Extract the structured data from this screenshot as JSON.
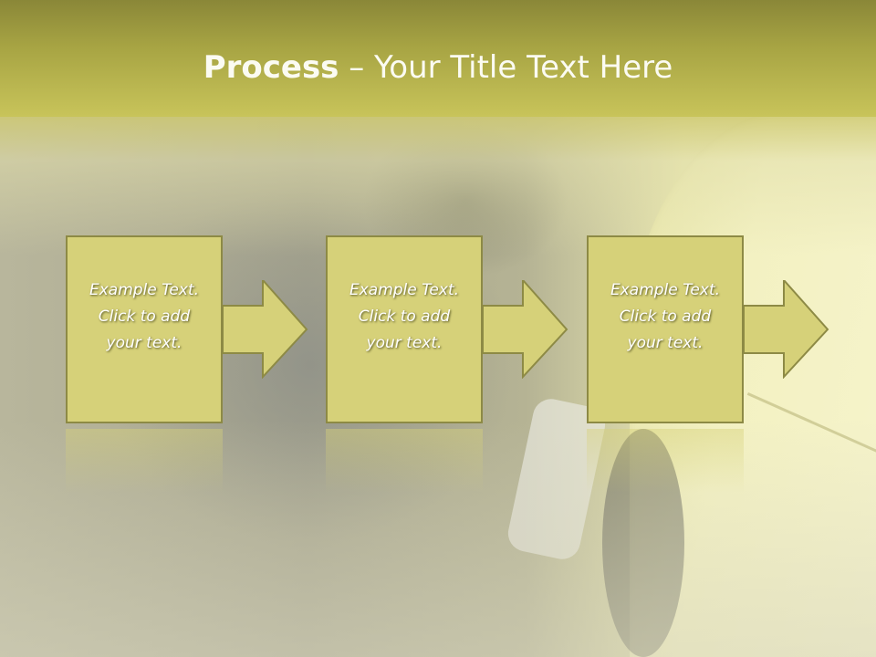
{
  "title": {
    "bold": "Process",
    "rest": " – Your Title Text Here"
  },
  "steps": [
    {
      "line1": "Example Text.",
      "line2": "Click  to add",
      "line3": "your text."
    },
    {
      "line1": "Example Text.",
      "line2": "Click  to add",
      "line3": "your text."
    },
    {
      "line1": "Example Text.",
      "line2": "Click  to add",
      "line3": "your text."
    }
  ],
  "colors": {
    "box_fill": "#d6d179",
    "box_border": "#8d8a45",
    "title_band": "#a7a443"
  },
  "icons": {
    "connector": "right-arrow-icon"
  }
}
